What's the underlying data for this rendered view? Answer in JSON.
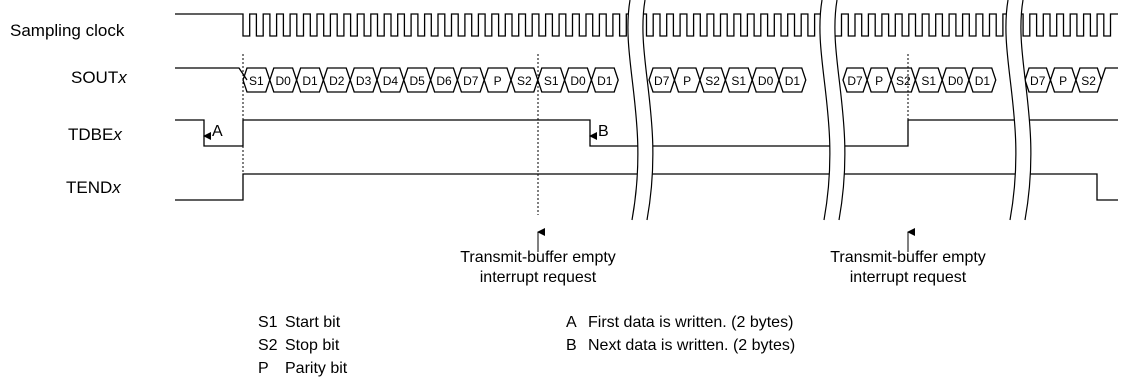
{
  "signals": {
    "sampling_clock": "Sampling clock",
    "sout_prefix": "SOUT",
    "tdbe_prefix": "TDBE",
    "tend_prefix": "TEND",
    "suffix": "x"
  },
  "frame1_bits": [
    "S1",
    "D0",
    "D1",
    "D2",
    "D3",
    "D4",
    "D5",
    "D6",
    "D7",
    "P",
    "S2"
  ],
  "frame2_bits": [
    "S1",
    "D0",
    "D1"
  ],
  "frame2_tail": [
    "D7",
    "P",
    "S2"
  ],
  "frame3_bits": [
    "S1",
    "D0",
    "D1"
  ],
  "frame3_tail": [
    "D7",
    "P",
    "S2"
  ],
  "frame4_bits": [
    "S1",
    "D0",
    "D1"
  ],
  "frame4_tail": [
    "D7",
    "P",
    "S2"
  ],
  "markers": {
    "a": "A",
    "b": "B"
  },
  "interrupt": {
    "line1": "Transmit-buffer empty",
    "line2": "interrupt request"
  },
  "legend": {
    "s1_key": "S1",
    "s1_text": "Start bit",
    "s2_key": "S2",
    "s2_text": "Stop bit",
    "p_key": "P",
    "p_text": "Parity bit",
    "a_key": "A",
    "a_text": "First data is written. (2 bytes)",
    "b_key": "B",
    "b_text": "Next data is written. (2 bytes)"
  }
}
